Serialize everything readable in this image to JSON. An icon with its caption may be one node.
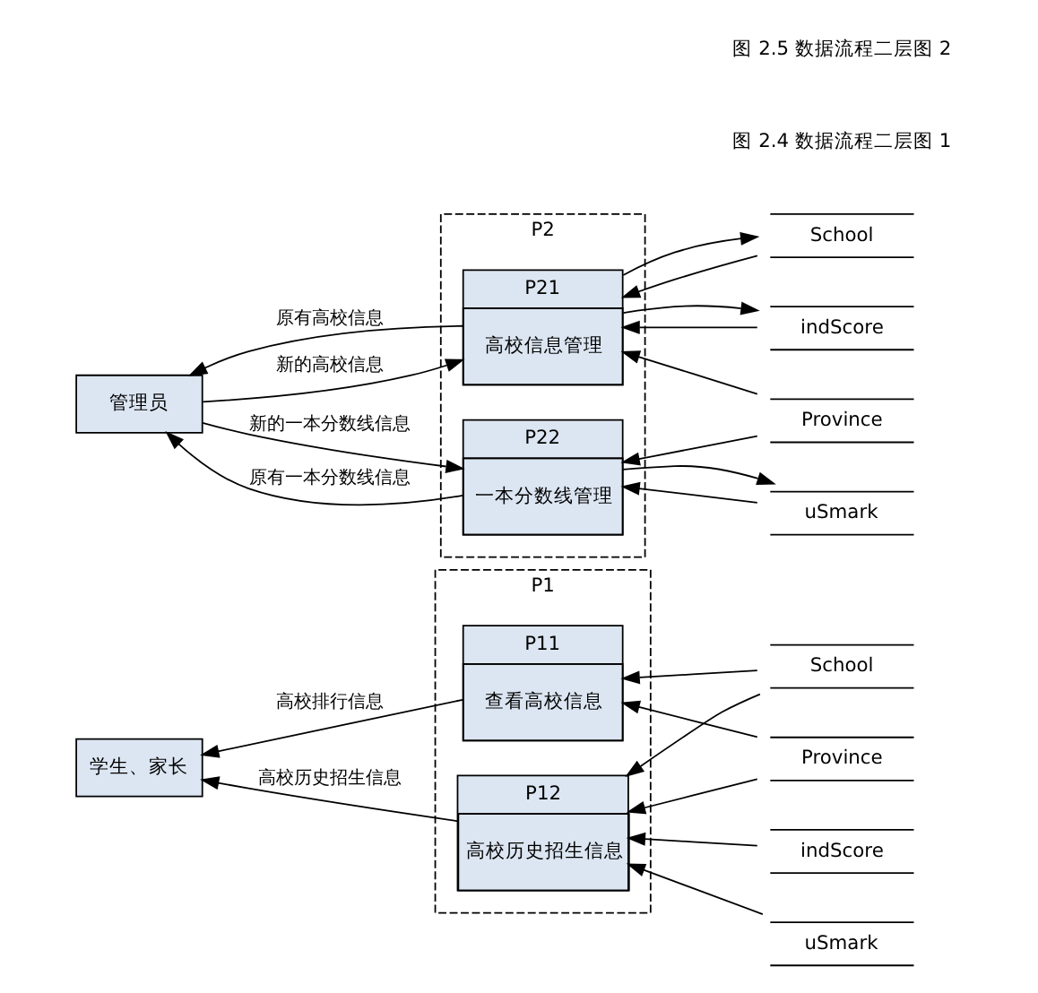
{
  "diagram": {
    "nodes": [
      {
        "text": [
          "P1"
        ]
      },
      {
        "text": [
          "学生、家长"
        ]
      },
      {
        "text": [
          "P11",
          "查看高校信息"
        ],
        "in": 0
      },
      {
        "text": [
          "P12",
          "高校历史招生信息"
        ],
        "in": 0
      },
      {
        "text": [
          "School"
        ]
      },
      {
        "text": [
          "Province"
        ]
      },
      {
        "text": [
          "indScore"
        ]
      },
      {
        "text": [
          "uSmark"
        ]
      },
      {
        "text": [
          "P2"
        ]
      },
      {
        "text": [
          "管理员"
        ]
      },
      {
        "text": [
          "P21",
          "高校信息管理"
        ],
        "in": 8
      },
      {
        "text": [
          "P22",
          "一本分数线管理"
        ],
        "in": 8
      },
      {
        "text": [
          "Province"
        ]
      },
      {
        "text": [
          "School"
        ]
      },
      {
        "text": [
          "indScore"
        ]
      },
      {
        "text": [
          "uSmark"
        ]
      }
    ],
    "edges": [
      {
        "from": 2,
        "to": 1,
        "arrow": "to",
        "label": "高校排行信息"
      },
      {
        "from": 3,
        "to": 1,
        "arrow": "to",
        "label": "高校历史招生信息"
      },
      {
        "from": 4,
        "to": 2,
        "arrow": "to"
      },
      {
        "from": 5,
        "to": 2,
        "arrow": "to"
      },
      {
        "from": 4,
        "to": 3,
        "arrow": "to"
      },
      {
        "from": 5,
        "to": 3,
        "arrow": "to"
      },
      {
        "from": 6,
        "to": 3,
        "arrow": "to"
      },
      {
        "from": 7,
        "to": 3,
        "arrow": "to"
      },
      {
        "from": 10,
        "to": 9,
        "arrow": "to",
        "label": "原有高校信息"
      },
      {
        "from": 9,
        "to": 10,
        "arrow": "to",
        "label": "新的高校信息"
      },
      {
        "from": 9,
        "to": 11,
        "arrow": "to",
        "label": "新的一本分数线信息"
      },
      {
        "from": 11,
        "to": 9,
        "arrow": "to",
        "label": "原有一本分数线信息"
      },
      {
        "from": 12,
        "to": 10,
        "arrow": "to"
      },
      {
        "from": 13,
        "to": 10,
        "arrow": "to"
      },
      {
        "from": 10,
        "to": 13,
        "arrow": "to"
      },
      {
        "from": 14,
        "to": 10,
        "arrow": "to"
      },
      {
        "from": 10,
        "to": 14,
        "arrow": "to"
      },
      {
        "from": 15,
        "to": 11,
        "arrow": "to"
      },
      {
        "from": 11,
        "to": 15,
        "arrow": "to"
      },
      {
        "from": 12,
        "to": 11,
        "arrow": "to"
      }
    ],
    "labels": [
      "图 2.4 数据流程二层图 1",
      "图 2.5 数据流程二层图 2"
    ]
  }
}
